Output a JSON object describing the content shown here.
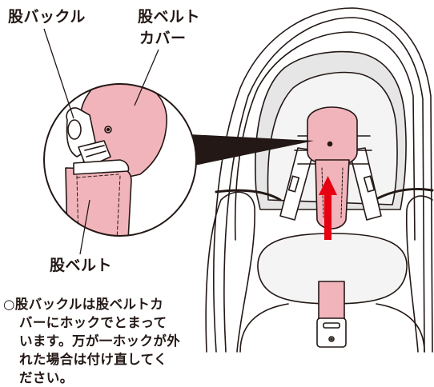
{
  "labels": {
    "crotch_buckle": "股バックル",
    "crotch_belt_cover_line1": "股ベルト",
    "crotch_belt_cover_line2": "カバー",
    "crotch_belt": "股ベルト"
  },
  "note": {
    "lines": [
      "○股バックルは股ベルトカ",
      "バーにホックでとまって",
      "います。万が一ホックが外",
      "れた場合は付け直してく",
      "ださい。"
    ]
  },
  "colors": {
    "pink_fill": "#F2B4BB",
    "line": "#231815",
    "seat_shade": "#E6E6E6",
    "arrow_red": "#E60012"
  },
  "icons": {
    "arrow": "upward-arrow"
  }
}
